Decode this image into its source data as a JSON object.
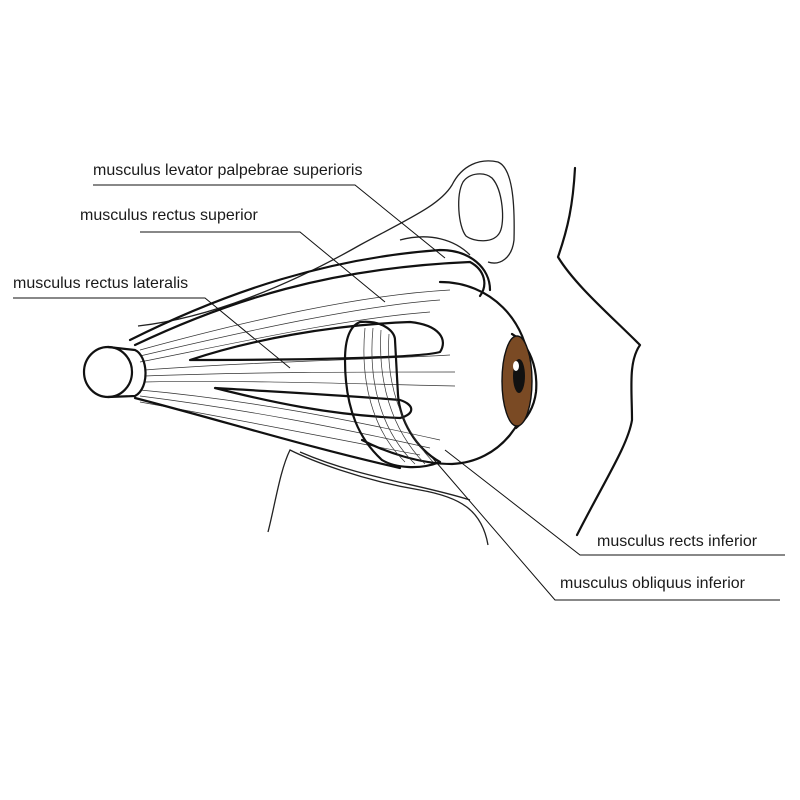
{
  "labels": {
    "levator": "musculus levator palpebrae superioris",
    "rectus_superior": "musculus rectus superior",
    "rectus_lateralis": "musculus rectus lateralis",
    "rectus_inferior": "musculus rects inferior",
    "obliquus_inferior": "musculus obliquus inferior"
  },
  "colors": {
    "iris": "#7a4a24",
    "pupil": "#111111",
    "line": "#111111",
    "background": "#ffffff"
  }
}
